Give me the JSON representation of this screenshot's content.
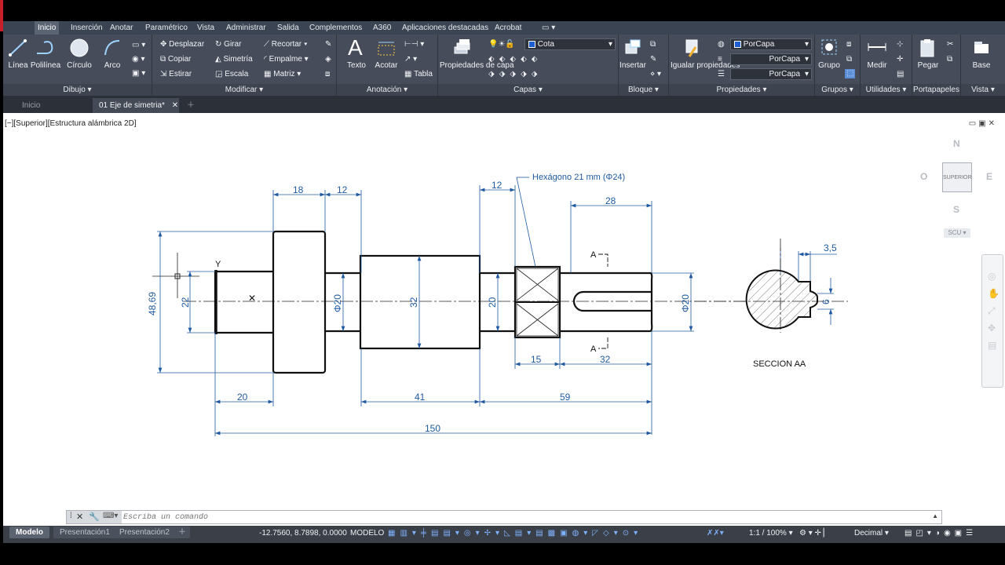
{
  "menu": {
    "tabs": [
      "Inicio",
      "Inserción",
      "Anotar",
      "Paramétrico",
      "Vista",
      "Administrar",
      "Salida",
      "Complementos",
      "A360",
      "Aplicaciones destacadas",
      "Acrobat"
    ]
  },
  "ribbon": {
    "dibujo": {
      "title": "Dibujo",
      "linea": "Línea",
      "polilinea": "Polilínea",
      "circulo": "Círculo",
      "arco": "Arco"
    },
    "modificar": {
      "title": "Modificar",
      "desplazar": "Desplazar",
      "girar": "Girar",
      "recortar": "Recortar",
      "copiar": "Copiar",
      "simetria": "Simetría",
      "empalme": "Empalme",
      "estirar": "Estirar",
      "escala": "Escala",
      "matriz": "Matriz"
    },
    "anotacion": {
      "title": "Anotación",
      "texto": "Texto",
      "acotar": "Acotar",
      "tabla": "Tabla"
    },
    "capas": {
      "title": "Capas",
      "propiedades": "Propiedades de capa",
      "layer": "Cota"
    },
    "bloque": {
      "title": "Bloque",
      "insertar": "Insertar"
    },
    "propiedades": {
      "title": "Propiedades",
      "igualar": "Igualar propiedades",
      "color": "PorCapa",
      "linetype": "PorCapa",
      "lineweight": "PorCapa"
    },
    "grupos": {
      "title": "Grupos",
      "grupo": "Grupo"
    },
    "utilidades": {
      "title": "Utilidades",
      "medir": "Medir"
    },
    "portapapeles": {
      "title": "Portapapeles",
      "pegar": "Pegar"
    },
    "vista": {
      "title": "Vista",
      "base": "Base"
    }
  },
  "doc_tabs": [
    "Inicio",
    "01 Eje de simetria*"
  ],
  "viewport_label": "[−][Superior][Estructura alámbrica 2D]",
  "viewcube": {
    "top": "SUPERIOR",
    "n": "N",
    "s": "S",
    "e": "E",
    "w": "O",
    "ucs": "SCU"
  },
  "drawing": {
    "callout": "Hexágono 21 mm (Φ24)",
    "section_label": "SECCION AA",
    "cut_label": "A",
    "axis_y": "Y",
    "dims": {
      "d18": "18",
      "d12a": "12",
      "d12b": "12",
      "d28": "28",
      "d48": "48,69",
      "d22": "22",
      "phi20a": "Φ20",
      "d32": "32",
      "d20v": "20",
      "phi20b": "Φ20",
      "d15": "15",
      "d32b": "32",
      "d20": "20",
      "d41": "41",
      "d59": "59",
      "d150": "150",
      "d35": "3,5",
      "d6": "6"
    }
  },
  "command": {
    "placeholder": "Escriba un comando"
  },
  "status": {
    "tabs": [
      "Modelo",
      "Presentación1",
      "Presentación2"
    ],
    "coords": "-12.7560, 8.7898, 0.0000",
    "mode": "MODELO",
    "scale": "1:1 / 100%",
    "units": "Decimal"
  }
}
